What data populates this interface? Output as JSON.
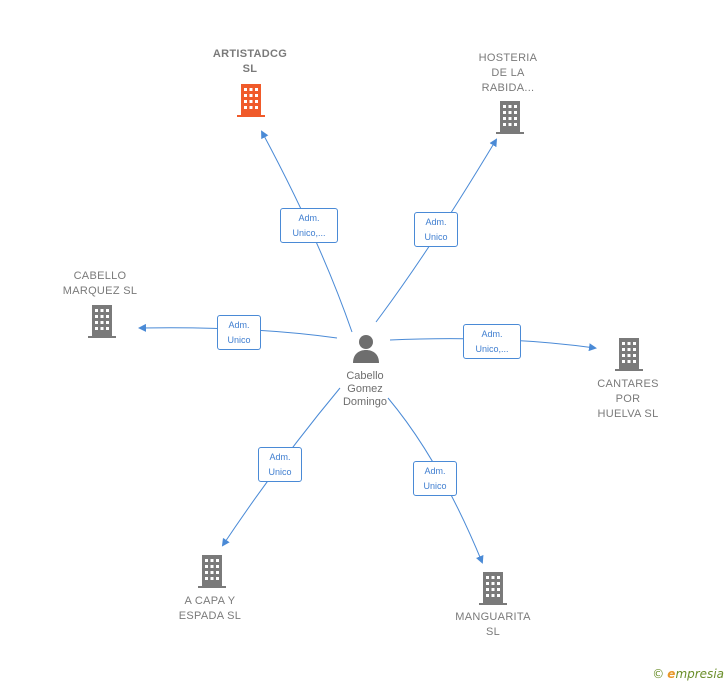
{
  "person": {
    "name": "Cabello\nGomez\nDomingo",
    "icon": "person-icon"
  },
  "companies": [
    {
      "id": "artistadcg",
      "label": "ARTISTADCG\nSL",
      "highlight": true,
      "color": "#f05a2a"
    },
    {
      "id": "hosteria",
      "label": "HOSTERIA\nDE LA\nRABIDA...",
      "highlight": false,
      "color": "#7a7a7a"
    },
    {
      "id": "cabello-marquez",
      "label": "CABELLO\nMARQUEZ  SL",
      "highlight": false,
      "color": "#7a7a7a"
    },
    {
      "id": "cantares",
      "label": "CANTARES\nPOR\nHUELVA  SL",
      "highlight": false,
      "color": "#7a7a7a"
    },
    {
      "id": "a-capa",
      "label": "A CAPA Y\nESPADA  SL",
      "highlight": false,
      "color": "#7a7a7a"
    },
    {
      "id": "manguarita",
      "label": "MANGUARITA\nSL",
      "highlight": false,
      "color": "#7a7a7a"
    }
  ],
  "relations": [
    {
      "to": "artistadcg",
      "line1": "Adm.",
      "line2": "Unico,..."
    },
    {
      "to": "hosteria",
      "line1": "Adm.",
      "line2": "Unico"
    },
    {
      "to": "cabello-marquez",
      "line1": "Adm.",
      "line2": "Unico"
    },
    {
      "to": "cantares",
      "line1": "Adm.",
      "line2": "Unico,..."
    },
    {
      "to": "a-capa",
      "line1": "Adm.",
      "line2": "Unico"
    },
    {
      "to": "manguarita",
      "line1": "Adm.",
      "line2": "Unico"
    }
  ],
  "colors": {
    "edge": "#4a8ad6",
    "building_gray": "#7a7a7a",
    "building_highlight": "#f05a2a",
    "person": "#6e6e6e"
  },
  "footer": {
    "copyright": "©",
    "brand_initial": "e",
    "brand_rest": "mpresia"
  }
}
